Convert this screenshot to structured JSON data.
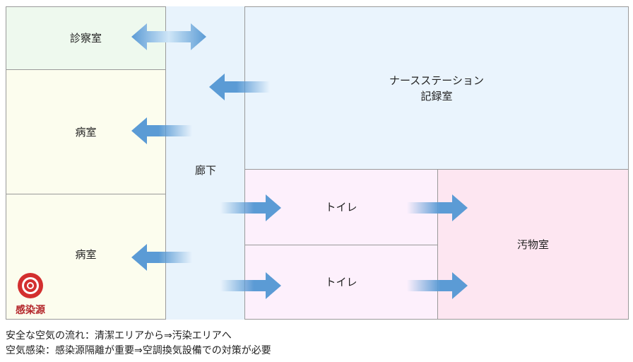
{
  "rooms": {
    "exam": "診察室",
    "ward1": "病室",
    "ward2": "病室",
    "corridor": "廊下",
    "nurse_line1": "ナースステーション",
    "nurse_line2": "記録室",
    "toilet1": "トイレ",
    "toilet2": "トイレ",
    "dirty": "汚物室"
  },
  "infection_source": {
    "label": "感染源",
    "color": "#c62828"
  },
  "notes": {
    "line1": "安全な空気の流れ：清潔エリアから⇒汚染エリアへ",
    "line2": "空気感染：感染源隔離が重要⇒空調換気設備での対策が必要"
  },
  "colors": {
    "arrow": "#5b9bd5"
  }
}
